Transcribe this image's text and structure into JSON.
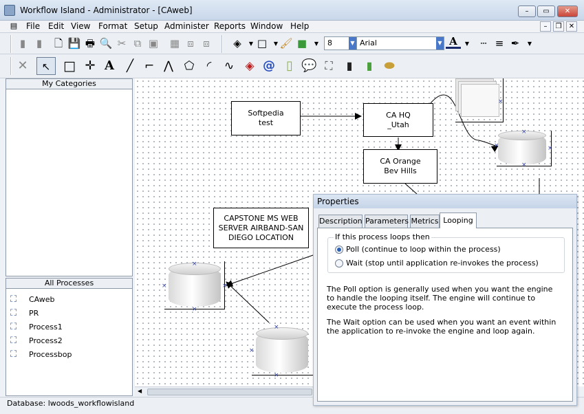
{
  "window": {
    "title": "Workflow Island - Administrator - [CAweb]"
  },
  "menu": [
    "File",
    "Edit",
    "View",
    "Format",
    "Setup",
    "Administer",
    "Reports",
    "Window",
    "Help"
  ],
  "toolbar": {
    "font_size": "8",
    "font_name": "Arial"
  },
  "panels": {
    "categories_title": "My Categories",
    "processes_title": "All Processes",
    "processes": [
      "CAweb",
      "PR",
      "Process1",
      "Process2",
      "Processbop"
    ]
  },
  "diagram": {
    "boxes": {
      "softpedia": "Softpedia\ntest",
      "ca_hq": "CA HQ\n_Utah",
      "ca_orange": "CA Orange\nBev Hills",
      "capstone": "CAPSTONE MS WEB\nSERVER AIRBAND-SAN\nDIEGO LOCATION"
    }
  },
  "properties": {
    "title": "Properties",
    "tabs": [
      "Description",
      "Parameters",
      "Metrics",
      "Looping"
    ],
    "active_tab": "Looping",
    "group_label": "If this process loops then",
    "options": [
      {
        "label": "Poll (continue to loop within the process)",
        "selected": true
      },
      {
        "label": "Wait (stop until application re-invokes the process)",
        "selected": false
      }
    ],
    "info1": "The Poll option is generally used when you want the engine to handle the looping itself.  The engine will continue to execute the process loop.",
    "info2": "The Wait option can be used when you want an event within the application to re-invoke the engine and loop again."
  },
  "status": {
    "text": "Database: lwoods_workflowisland"
  }
}
